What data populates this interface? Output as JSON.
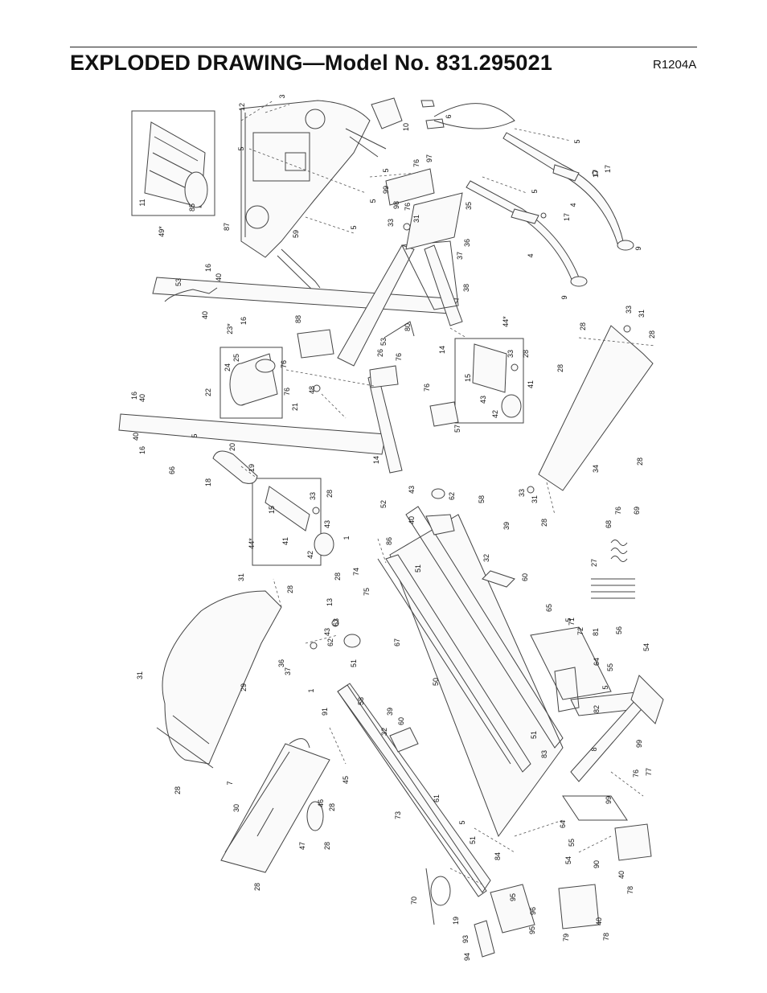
{
  "header": {
    "title": "EXPLODED DRAWING—Model No. 831.295021",
    "code": "R1204A"
  },
  "callouts": [
    {
      "t": "12"
    },
    {
      "t": "5"
    },
    {
      "t": "3"
    },
    {
      "t": "6"
    },
    {
      "t": "10"
    },
    {
      "t": "5"
    },
    {
      "t": "17"
    },
    {
      "t": "17"
    },
    {
      "t": "5"
    },
    {
      "t": "5"
    },
    {
      "t": "76"
    },
    {
      "t": "97"
    },
    {
      "t": "99"
    },
    {
      "t": "98"
    },
    {
      "t": "76"
    },
    {
      "t": "31"
    },
    {
      "t": "35"
    },
    {
      "t": "33"
    },
    {
      "t": "36"
    },
    {
      "t": "37"
    },
    {
      "t": "5"
    },
    {
      "t": "5"
    },
    {
      "t": "4"
    },
    {
      "t": "4"
    },
    {
      "t": "17"
    },
    {
      "t": "9"
    },
    {
      "t": "9"
    },
    {
      "t": "11"
    },
    {
      "t": "85"
    },
    {
      "t": "49*"
    },
    {
      "t": "87"
    },
    {
      "t": "59"
    },
    {
      "t": "53"
    },
    {
      "t": "16"
    },
    {
      "t": "40"
    },
    {
      "t": "40"
    },
    {
      "t": "16"
    },
    {
      "t": "23*"
    },
    {
      "t": "38"
    },
    {
      "t": "88"
    },
    {
      "t": "80"
    },
    {
      "t": "53"
    },
    {
      "t": "26"
    },
    {
      "t": "76"
    },
    {
      "t": "76"
    },
    {
      "t": "14"
    },
    {
      "t": "44*"
    },
    {
      "t": "33"
    },
    {
      "t": "28"
    },
    {
      "t": "15"
    },
    {
      "t": "41"
    },
    {
      "t": "43"
    },
    {
      "t": "42"
    },
    {
      "t": "28"
    },
    {
      "t": "33"
    },
    {
      "t": "31"
    },
    {
      "t": "28"
    },
    {
      "t": "28"
    },
    {
      "t": "25"
    },
    {
      "t": "24"
    },
    {
      "t": "76"
    },
    {
      "t": "22"
    },
    {
      "t": "48"
    },
    {
      "t": "21"
    },
    {
      "t": "76"
    },
    {
      "t": "57"
    },
    {
      "t": "16"
    },
    {
      "t": "40"
    },
    {
      "t": "40"
    },
    {
      "t": "16"
    },
    {
      "t": "5"
    },
    {
      "t": "20"
    },
    {
      "t": "19"
    },
    {
      "t": "14"
    },
    {
      "t": "66"
    },
    {
      "t": "18"
    },
    {
      "t": "34"
    },
    {
      "t": "28"
    },
    {
      "t": "33"
    },
    {
      "t": "31"
    },
    {
      "t": "28"
    },
    {
      "t": "15"
    },
    {
      "t": "33"
    },
    {
      "t": "28"
    },
    {
      "t": "43"
    },
    {
      "t": "44*"
    },
    {
      "t": "41"
    },
    {
      "t": "42"
    },
    {
      "t": "52"
    },
    {
      "t": "43"
    },
    {
      "t": "40"
    },
    {
      "t": "62"
    },
    {
      "t": "58"
    },
    {
      "t": "39"
    },
    {
      "t": "86"
    },
    {
      "t": "1"
    },
    {
      "t": "51"
    },
    {
      "t": "76"
    },
    {
      "t": "69"
    },
    {
      "t": "68"
    },
    {
      "t": "27"
    },
    {
      "t": "32"
    },
    {
      "t": "60"
    },
    {
      "t": "31"
    },
    {
      "t": "28"
    },
    {
      "t": "28"
    },
    {
      "t": "74"
    },
    {
      "t": "13"
    },
    {
      "t": "75"
    },
    {
      "t": "63"
    },
    {
      "t": "43"
    },
    {
      "t": "62"
    },
    {
      "t": "71"
    },
    {
      "t": "65"
    },
    {
      "t": "5"
    },
    {
      "t": "72"
    },
    {
      "t": "81"
    },
    {
      "t": "56"
    },
    {
      "t": "54"
    },
    {
      "t": "67"
    },
    {
      "t": "51"
    },
    {
      "t": "50"
    },
    {
      "t": "37"
    },
    {
      "t": "36"
    },
    {
      "t": "29"
    },
    {
      "t": "31"
    },
    {
      "t": "1"
    },
    {
      "t": "91"
    },
    {
      "t": "58"
    },
    {
      "t": "39"
    },
    {
      "t": "60"
    },
    {
      "t": "32"
    },
    {
      "t": "64"
    },
    {
      "t": "55"
    },
    {
      "t": "5"
    },
    {
      "t": "82"
    },
    {
      "t": "51"
    },
    {
      "t": "83"
    },
    {
      "t": "8"
    },
    {
      "t": "99"
    },
    {
      "t": "77"
    },
    {
      "t": "76"
    },
    {
      "t": "99"
    },
    {
      "t": "7"
    },
    {
      "t": "30"
    },
    {
      "t": "28"
    },
    {
      "t": "45"
    },
    {
      "t": "46"
    },
    {
      "t": "28"
    },
    {
      "t": "47"
    },
    {
      "t": "28"
    },
    {
      "t": "28"
    },
    {
      "t": "61"
    },
    {
      "t": "5"
    },
    {
      "t": "73"
    },
    {
      "t": "51"
    },
    {
      "t": "84"
    },
    {
      "t": "64"
    },
    {
      "t": "55"
    },
    {
      "t": "54"
    },
    {
      "t": "90"
    },
    {
      "t": "40"
    },
    {
      "t": "78"
    },
    {
      "t": "70"
    },
    {
      "t": "95"
    },
    {
      "t": "96"
    },
    {
      "t": "19"
    },
    {
      "t": "93"
    },
    {
      "t": "95"
    },
    {
      "t": "94"
    },
    {
      "t": "79"
    },
    {
      "t": "40"
    },
    {
      "t": "78"
    }
  ]
}
